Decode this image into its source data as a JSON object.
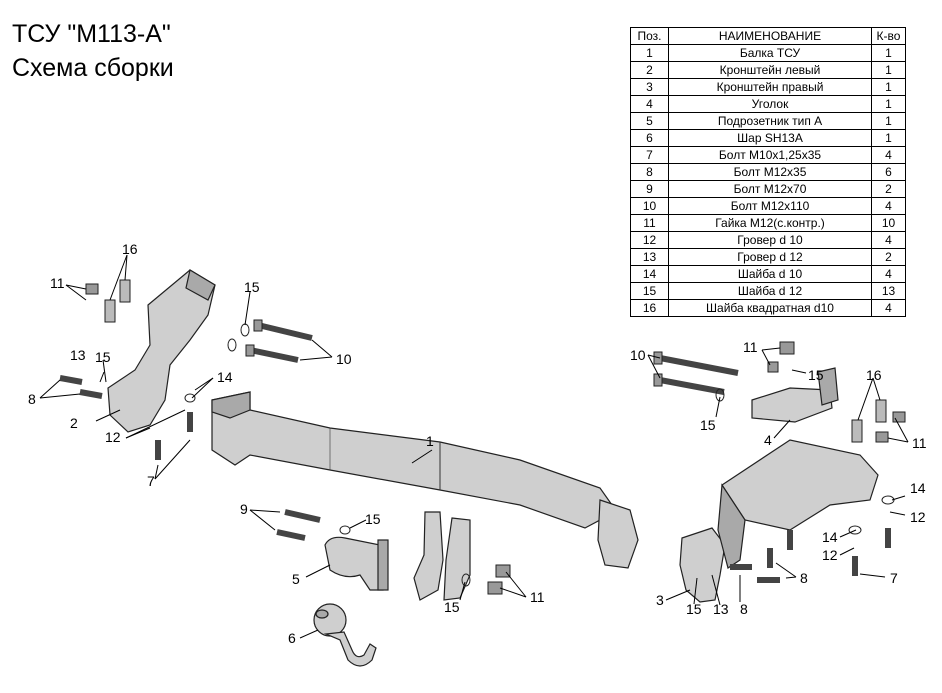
{
  "title": {
    "line1": "ТСУ \"М113-А\"",
    "line2": "Схема сборки"
  },
  "table": {
    "headers": [
      "Поз.",
      "НАИМЕНОВАНИЕ",
      "К-во"
    ],
    "rows": [
      [
        "1",
        "Балка ТСУ",
        "1"
      ],
      [
        "2",
        "Кронштейн левый",
        "1"
      ],
      [
        "3",
        "Кронштейн правый",
        "1"
      ],
      [
        "4",
        "Уголок",
        "1"
      ],
      [
        "5",
        "Подрозетник тип А",
        "1"
      ],
      [
        "6",
        "Шар SH13A",
        "1"
      ],
      [
        "7",
        "Болт М10х1,25х35",
        "4"
      ],
      [
        "8",
        "Болт М12х35",
        "6"
      ],
      [
        "9",
        "Болт М12х70",
        "2"
      ],
      [
        "10",
        "Болт М12х110",
        "4"
      ],
      [
        "11",
        "Гайка М12(с.контр.)",
        "10"
      ],
      [
        "12",
        "Гровер d 10",
        "4"
      ],
      [
        "13",
        "Гровер d 12",
        "2"
      ],
      [
        "14",
        "Шайба d 10",
        "4"
      ],
      [
        "15",
        "Шайба d 12",
        "13"
      ],
      [
        "16",
        "Шайба квадратная d10",
        "4"
      ]
    ]
  },
  "callouts": {
    "c1": "1",
    "c2": "2",
    "c3": "3",
    "c4": "4",
    "c5": "5",
    "c6": "6",
    "c7a": "7",
    "c7b": "7",
    "c8a": "8",
    "c8b": "8",
    "c8c": "8",
    "c9": "9",
    "c10a": "10",
    "c10b": "10",
    "c11a": "11",
    "c11b": "11",
    "c11c": "11",
    "c11d": "11",
    "c12a": "12",
    "c12b": "12",
    "c12c": "12",
    "c13a": "13",
    "c13b": "13",
    "c14a": "14",
    "c14b": "14",
    "c14c": "14",
    "c15a": "15",
    "c15b": "15",
    "c15c": "15",
    "c15d": "15",
    "c15e": "15",
    "c15f": "15",
    "c15g": "15",
    "c16a": "16",
    "c16b": "16"
  }
}
